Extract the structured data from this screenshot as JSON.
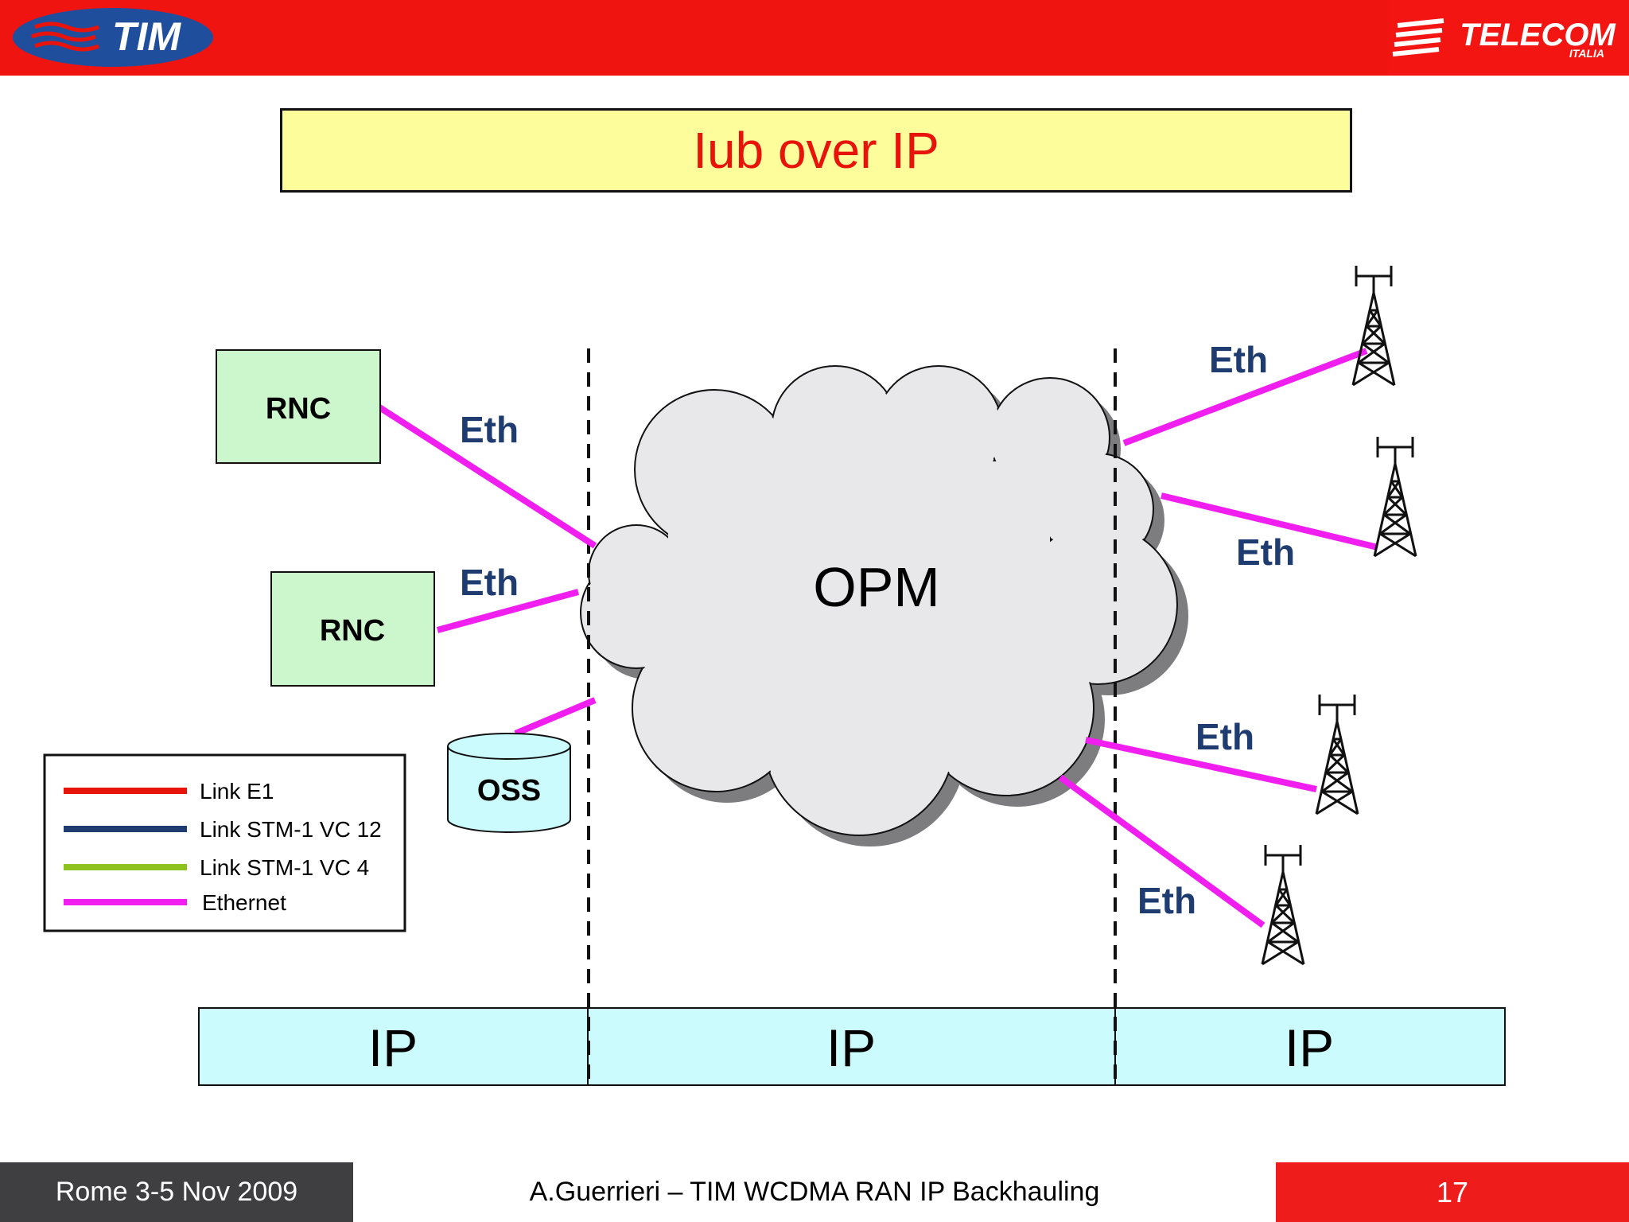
{
  "header": {
    "tim_logo": "TIM",
    "telecom_logo": "TELECOM",
    "telecom_sub": "ITALIA"
  },
  "title": "Iub over IP",
  "nodes": {
    "rnc1": "RNC",
    "rnc2": "RNC",
    "oss": "OSS",
    "cloud": "OPM"
  },
  "link_labels": {
    "rnc1": "Eth",
    "rnc2": "Eth",
    "tower1": "Eth",
    "tower2": "Eth",
    "tower3": "Eth",
    "tower4": "Eth"
  },
  "legend": [
    {
      "label": "Link E1",
      "color": "#e8140c"
    },
    {
      "label": "Link STM-1 VC 12",
      "color": "#1f3c70"
    },
    {
      "label": "Link STM-1 VC 4",
      "color": "#8dc21f"
    },
    {
      "label": "Ethernet",
      "color": "#f01ff0"
    }
  ],
  "ip_bar": [
    "IP",
    "IP",
    "IP"
  ],
  "footer": {
    "left": "Rome 3-5 Nov 2009",
    "center": "A.Guerrieri – TIM WCDMA RAN IP Backhauling",
    "page": "17"
  },
  "colors": {
    "ethernet": "#f01ff0",
    "eth_label": "#1f3c70",
    "rnc_fill": "#ccf7cc",
    "ip_fill": "#ccfbfd",
    "cloud_fill": "#e8e7ea"
  }
}
